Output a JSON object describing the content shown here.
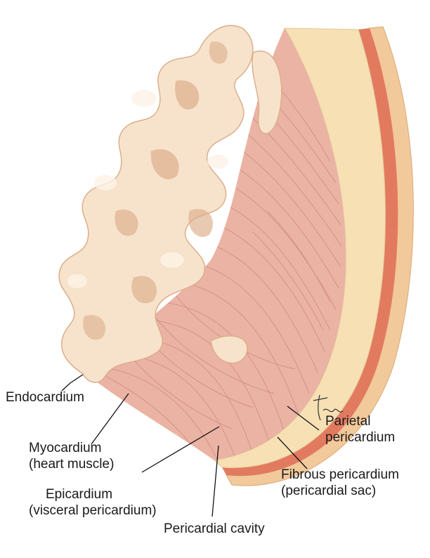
{
  "labels": {
    "endocardium": "Endocardium",
    "myocardium_line1": "Myocardium",
    "myocardium_line2": "(heart muscle)",
    "epicardium_line1": "Epicardium",
    "epicardium_line2": "(visceral pericardium)",
    "pericardial_cavity": "Pericardial cavity",
    "parietal_line1": "Parietal",
    "parietal_line2": "pericardium",
    "fibrous_line1": "Fibrous pericardium",
    "fibrous_line2": "(pericardial sac)"
  },
  "signature": "Tina",
  "colors": {
    "fibrous_layer": "#f2c99b",
    "parietal_layer": "#e27a60",
    "visceral_layer": "#f6e0b4",
    "myocardium": "#eab3a4",
    "myocardium_fiber": "#c97e73",
    "endocardium": "#f7e3cc",
    "trabeculae_shadow": "#dcae8a"
  }
}
